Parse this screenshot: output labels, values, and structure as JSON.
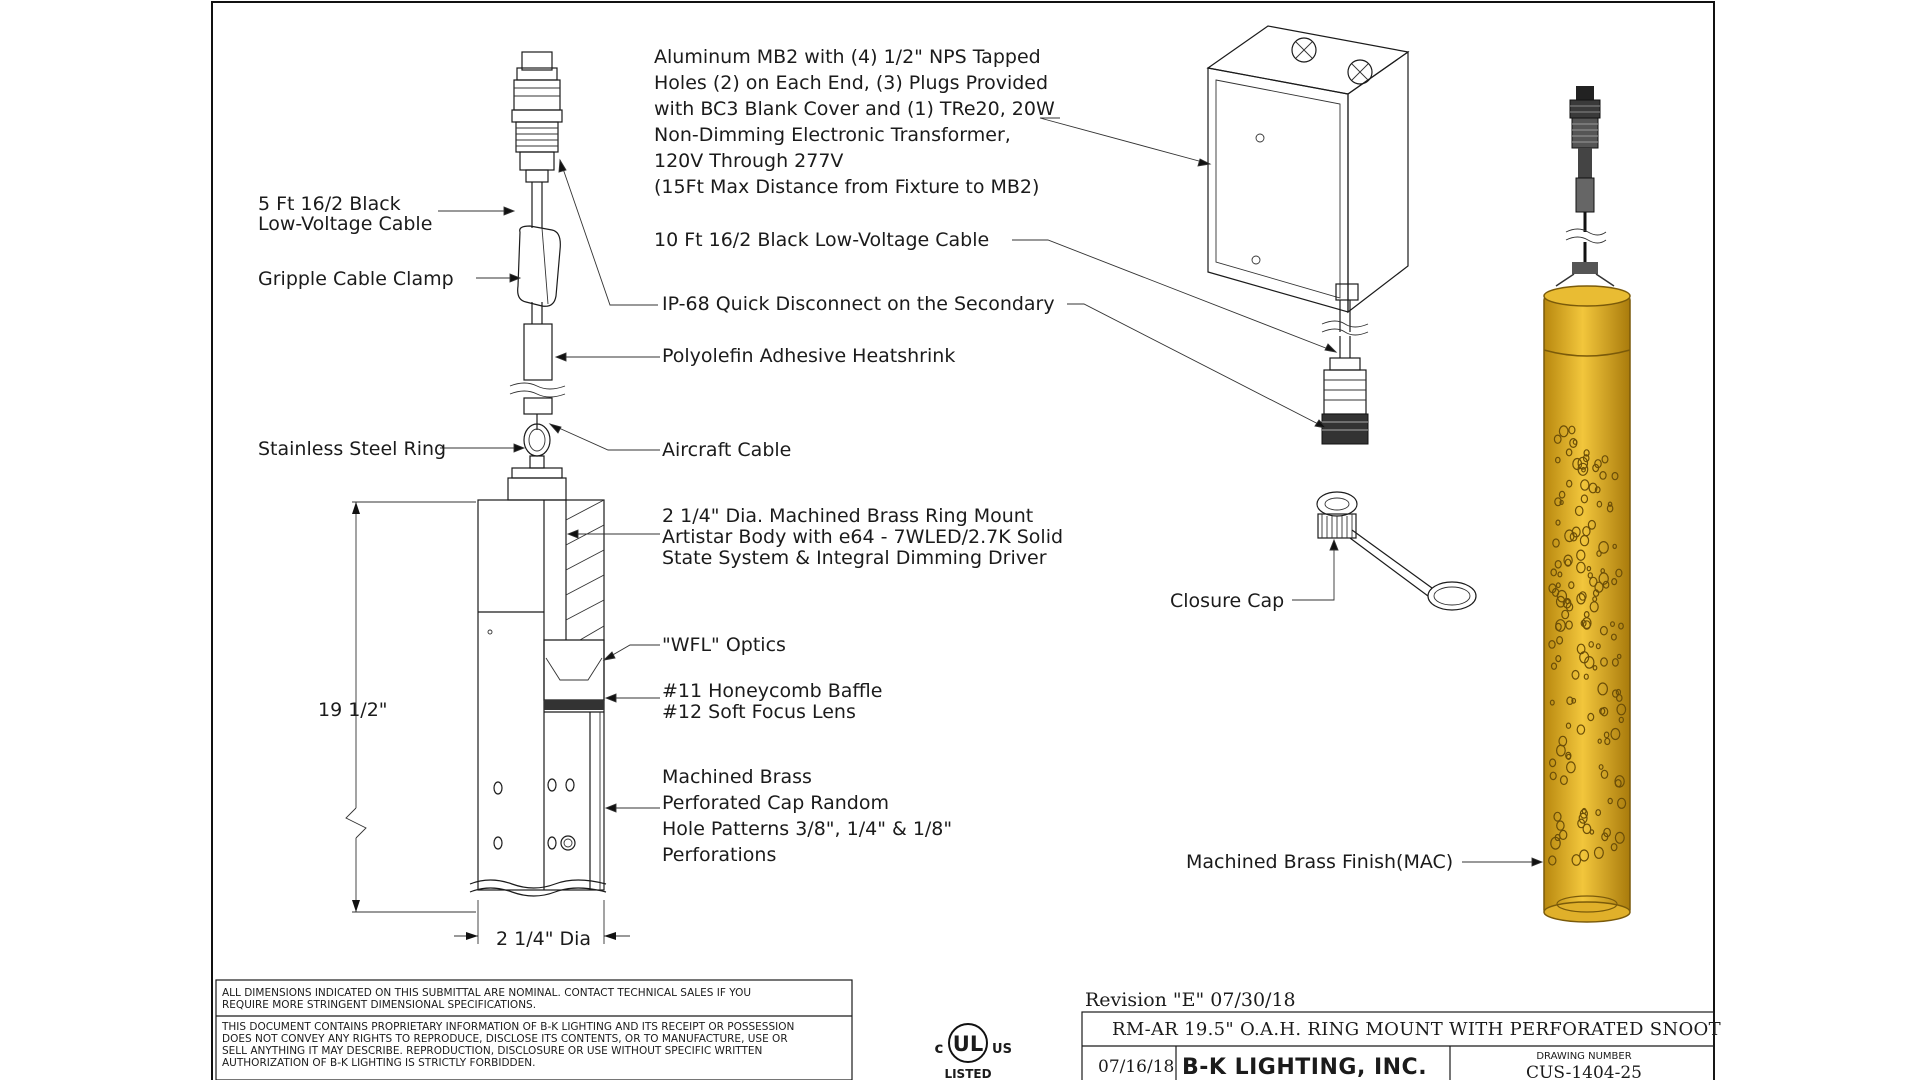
{
  "labels": {
    "cable_5ft": [
      "5 Ft 16/2 Black",
      "Low-Voltage Cable"
    ],
    "gripple": "Gripple Cable Clamp",
    "stainless_ring": "Stainless Steel Ring",
    "height_dim": "19 1/2\"",
    "dia_dim": "2 1/4\" Dia",
    "mb2_note": [
      "Aluminum MB2 with (4) 1/2\" NPS Tapped",
      "Holes (2) on Each End, (3) Plugs Provided",
      "with BC3 Blank Cover and (1) TRe20, 20W",
      "Non-Dimming Electronic Transformer,",
      "120V Through 277V",
      "(15Ft Max Distance from Fixture to MB2)"
    ],
    "cable_10ft": "10 Ft 16/2 Black Low-Voltage Cable",
    "ip68": "IP-68 Quick Disconnect on the Secondary",
    "heatshrink": "Polyolefin Adhesive Heatshrink",
    "aircraft_cable": "Aircraft Cable",
    "ring_mount": [
      "2 1/4\" Dia. Machined Brass Ring Mount",
      "Artistar Body with e64 - 7WLED/2.7K Solid",
      "State System & Integral Dimming Driver"
    ],
    "wfl_optics": "\"WFL\" Optics",
    "baffle_lens": [
      "#11 Honeycomb Baffle",
      "#12 Soft Focus Lens"
    ],
    "perforated_cap": [
      "Machined Brass",
      "Perforated Cap Random",
      "Hole Patterns 3/8\", 1/4\" & 1/8\"",
      "Perforations"
    ],
    "closure_cap": "Closure Cap",
    "finish": "Machined Brass Finish(MAC)"
  },
  "title_block": {
    "disclaimer_1": [
      "ALL DIMENSIONS INDICATED ON THIS SUBMITTAL ARE NOMINAL. CONTACT TECHNICAL SALES IF YOU",
      "REQUIRE MORE STRINGENT DIMENSIONAL SPECIFICATIONS."
    ],
    "disclaimer_2": [
      "THIS DOCUMENT CONTAINS PROPRIETARY INFORMATION OF B-K LIGHTING AND ITS RECEIPT OR POSSESSION",
      "DOES NOT CONVEY ANY RIGHTS TO REPRODUCE, DISCLOSE ITS CONTENTS, OR TO MANUFACTURE, USE OR",
      "SELL ANYTHING IT MAY DESCRIBE.  REPRODUCTION, DISCLOSURE OR USE WITHOUT SPECIFIC WRITTEN",
      "AUTHORIZATION OF B-K LIGHTING IS STRICTLY FORBIDDEN."
    ],
    "ul_mark": {
      "c": "c",
      "ul": "UL",
      "us": "US",
      "listed": "LISTED"
    },
    "revision": "Revision \"E\" 07/30/18",
    "product_title": "RM-AR 19.5\" O.A.H. RING MOUNT WITH PERFORATED SNOOT",
    "date": "07/16/18",
    "company": "B-K LIGHTING, INC.",
    "drawing_number_label": "DRAWING NUMBER",
    "drawing_number": "CUS-1404-25"
  },
  "colors": {
    "line": "#1b1b1b",
    "brass": "#d8a92a",
    "brass_dark": "#8c6a12",
    "brass_light": "#f0c94a"
  }
}
